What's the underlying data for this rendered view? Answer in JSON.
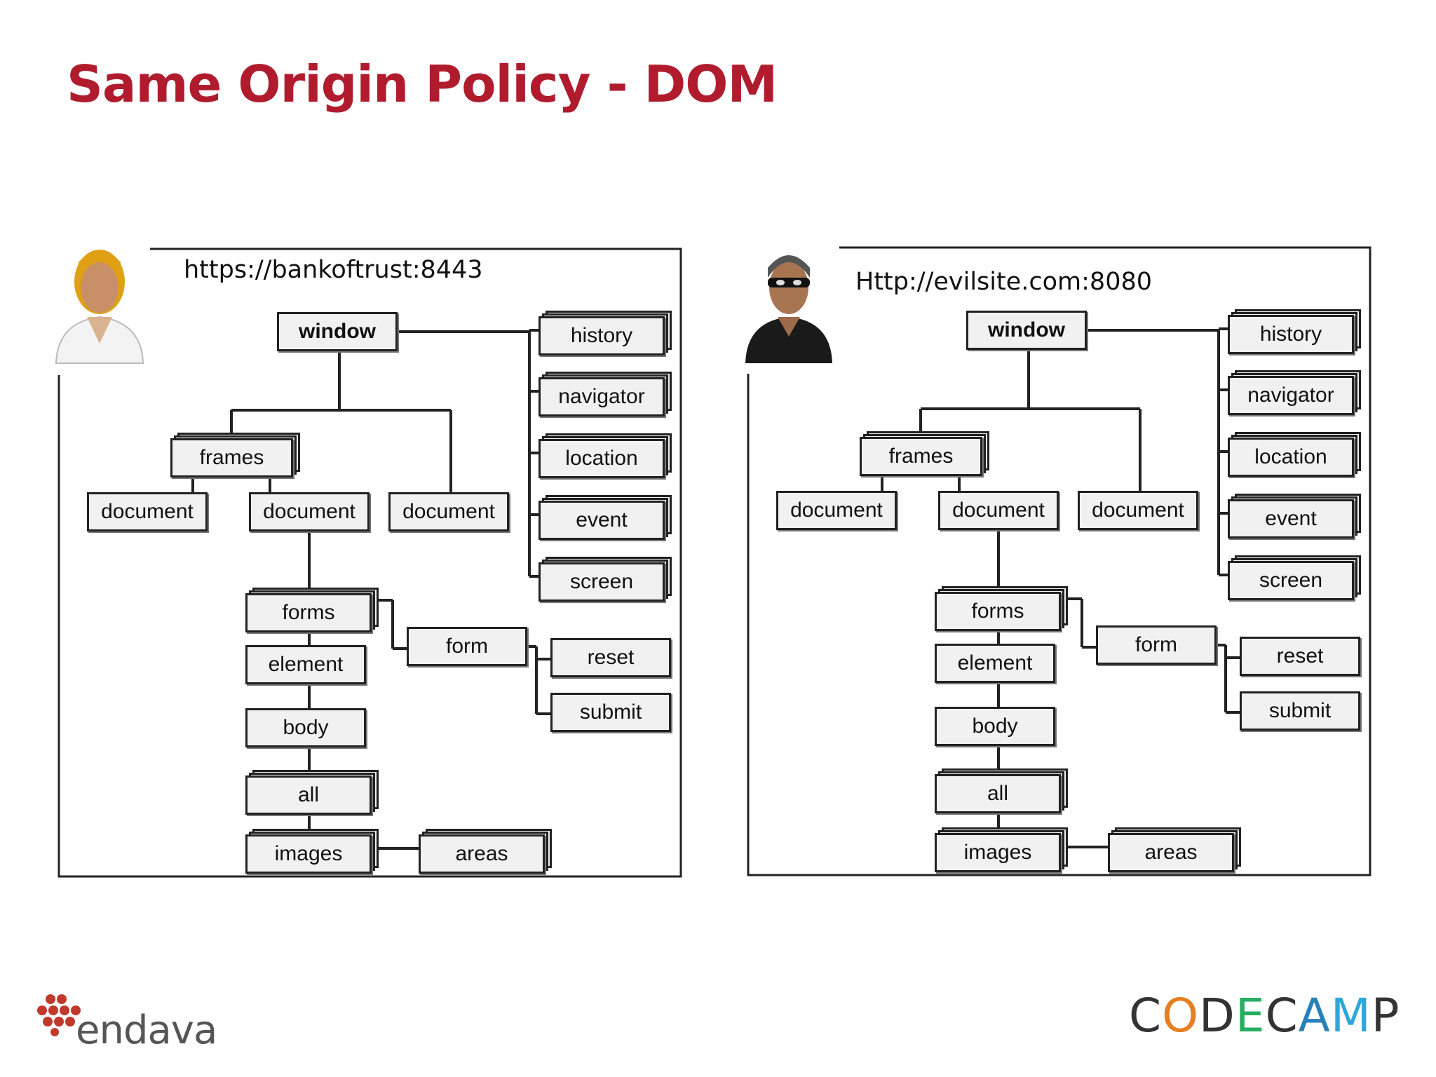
{
  "slide": {
    "title": "Same Origin Policy - DOM"
  },
  "panels": [
    {
      "url": "https://bankoftrust:8443",
      "avatar": "woman-user-icon",
      "nodes": {
        "window": "window",
        "frames": "frames",
        "document_a": "document",
        "document_b": "document",
        "document_c": "document",
        "history": "history",
        "navigator": "navigator",
        "location": "location",
        "event": "event",
        "screen": "screen",
        "forms": "forms",
        "element": "element",
        "body": "body",
        "all": "all",
        "images": "images",
        "areas": "areas",
        "form": "form",
        "reset": "reset",
        "submit": "submit"
      }
    },
    {
      "url": "Http://evilsite.com:8080",
      "avatar": "masked-hacker-icon",
      "nodes": {
        "window": "window",
        "frames": "frames",
        "document_a": "document",
        "document_b": "document",
        "document_c": "document",
        "history": "history",
        "navigator": "navigator",
        "location": "location",
        "event": "event",
        "screen": "screen",
        "forms": "forms",
        "element": "element",
        "body": "body",
        "all": "all",
        "images": "images",
        "areas": "areas",
        "form": "form",
        "reset": "reset",
        "submit": "submit"
      }
    }
  ],
  "footer": {
    "left_logo": "endava",
    "right_logo": "CODECAMP"
  },
  "colors": {
    "title": "#b01c2e",
    "endava_red": "#c0392b",
    "codecamp_accent": "#2ea7d9"
  }
}
